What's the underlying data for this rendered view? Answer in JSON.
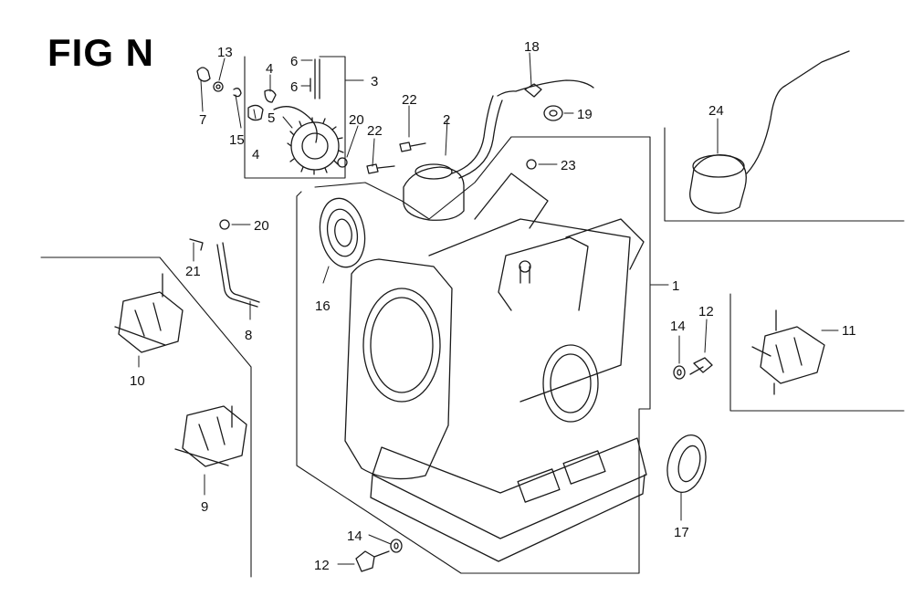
{
  "title": "FIG N",
  "callouts": [
    {
      "id": "13",
      "text": "13"
    },
    {
      "id": "7",
      "text": "7"
    },
    {
      "id": "4a",
      "text": "4"
    },
    {
      "id": "6a",
      "text": "6"
    },
    {
      "id": "6b",
      "text": "6"
    },
    {
      "id": "3",
      "text": "3"
    },
    {
      "id": "5",
      "text": "5"
    },
    {
      "id": "15",
      "text": "15"
    },
    {
      "id": "4b",
      "text": "4"
    },
    {
      "id": "18",
      "text": "18"
    },
    {
      "id": "22a",
      "text": "22"
    },
    {
      "id": "2",
      "text": "2"
    },
    {
      "id": "19",
      "text": "19"
    },
    {
      "id": "20a",
      "text": "20"
    },
    {
      "id": "22b",
      "text": "22"
    },
    {
      "id": "23",
      "text": "23"
    },
    {
      "id": "24",
      "text": "24"
    },
    {
      "id": "20b",
      "text": "20"
    },
    {
      "id": "21",
      "text": "21"
    },
    {
      "id": "8",
      "text": "8"
    },
    {
      "id": "16",
      "text": "16"
    },
    {
      "id": "1",
      "text": "1"
    },
    {
      "id": "10",
      "text": "10"
    },
    {
      "id": "14a",
      "text": "14"
    },
    {
      "id": "12a",
      "text": "12"
    },
    {
      "id": "11",
      "text": "11"
    },
    {
      "id": "9",
      "text": "9"
    },
    {
      "id": "17",
      "text": "17"
    },
    {
      "id": "14b",
      "text": "14"
    },
    {
      "id": "12b",
      "text": "12"
    }
  ],
  "colors": {
    "line": "#1a1a1a",
    "background": "#ffffff"
  }
}
